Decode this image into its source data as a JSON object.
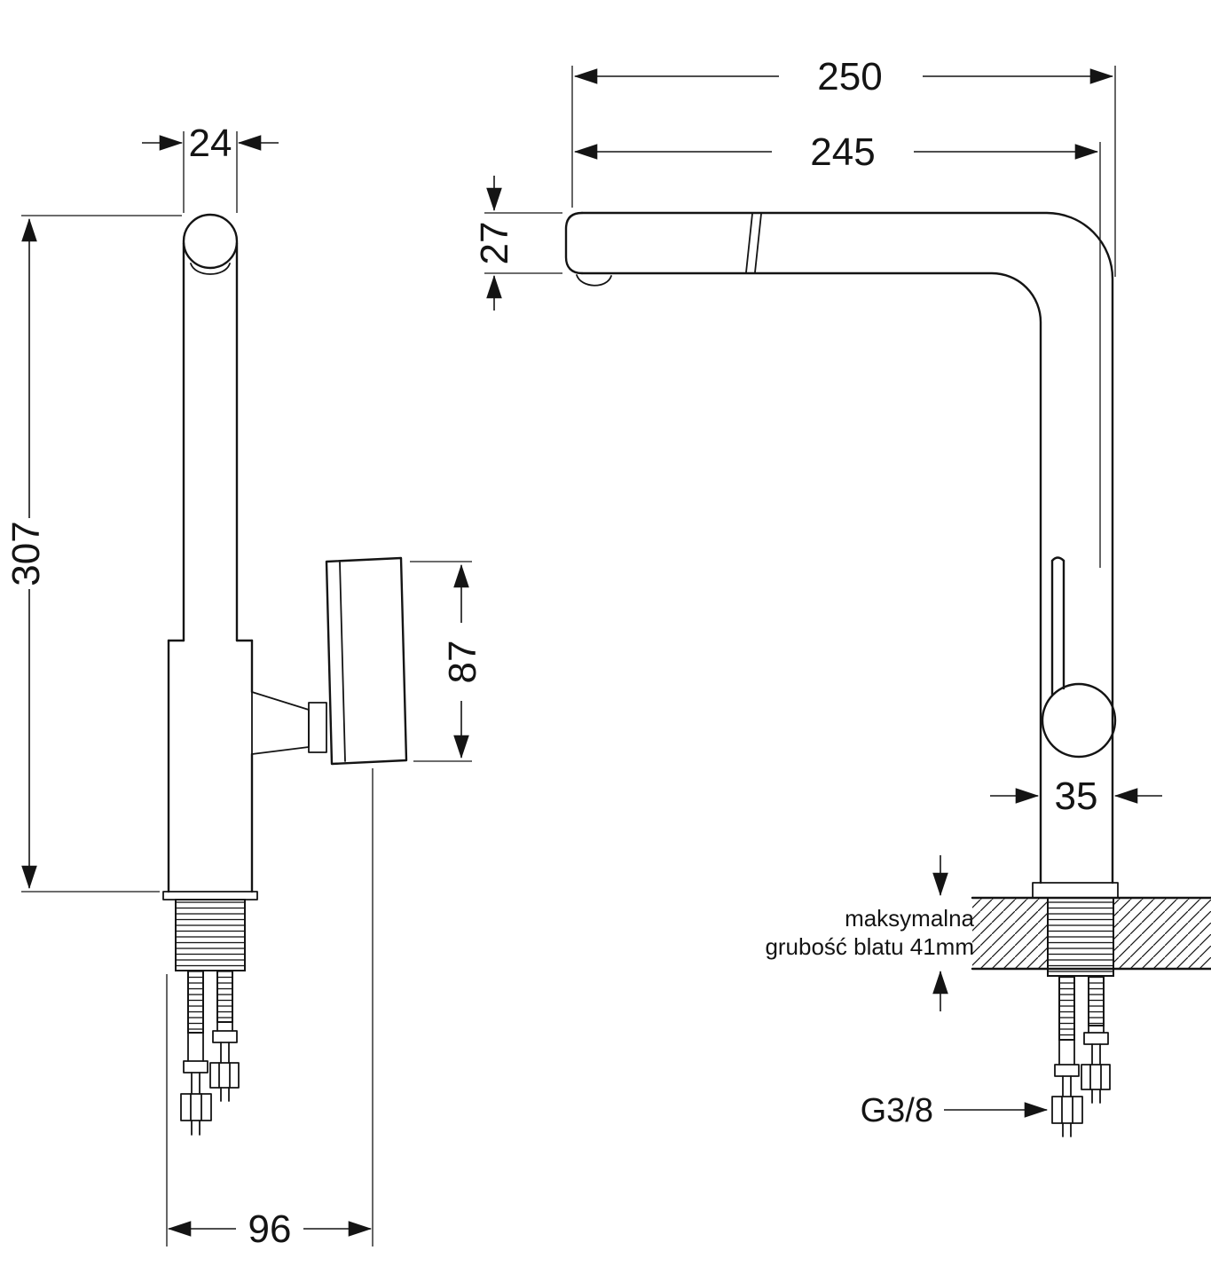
{
  "drawing": {
    "type": "faucet-technical-dimension-drawing",
    "stroke_color": "#141414",
    "background_color": "#ffffff",
    "labels": {
      "dim_250": "250",
      "dim_245": "245",
      "dim_24": "24",
      "dim_27": "27",
      "dim_307": "307",
      "dim_87": "87",
      "dim_35": "35",
      "dim_96": "96",
      "thread_spec": "G3/8",
      "note_line1": "maksymalna",
      "note_line2": "grubość blatu 41mm"
    }
  }
}
